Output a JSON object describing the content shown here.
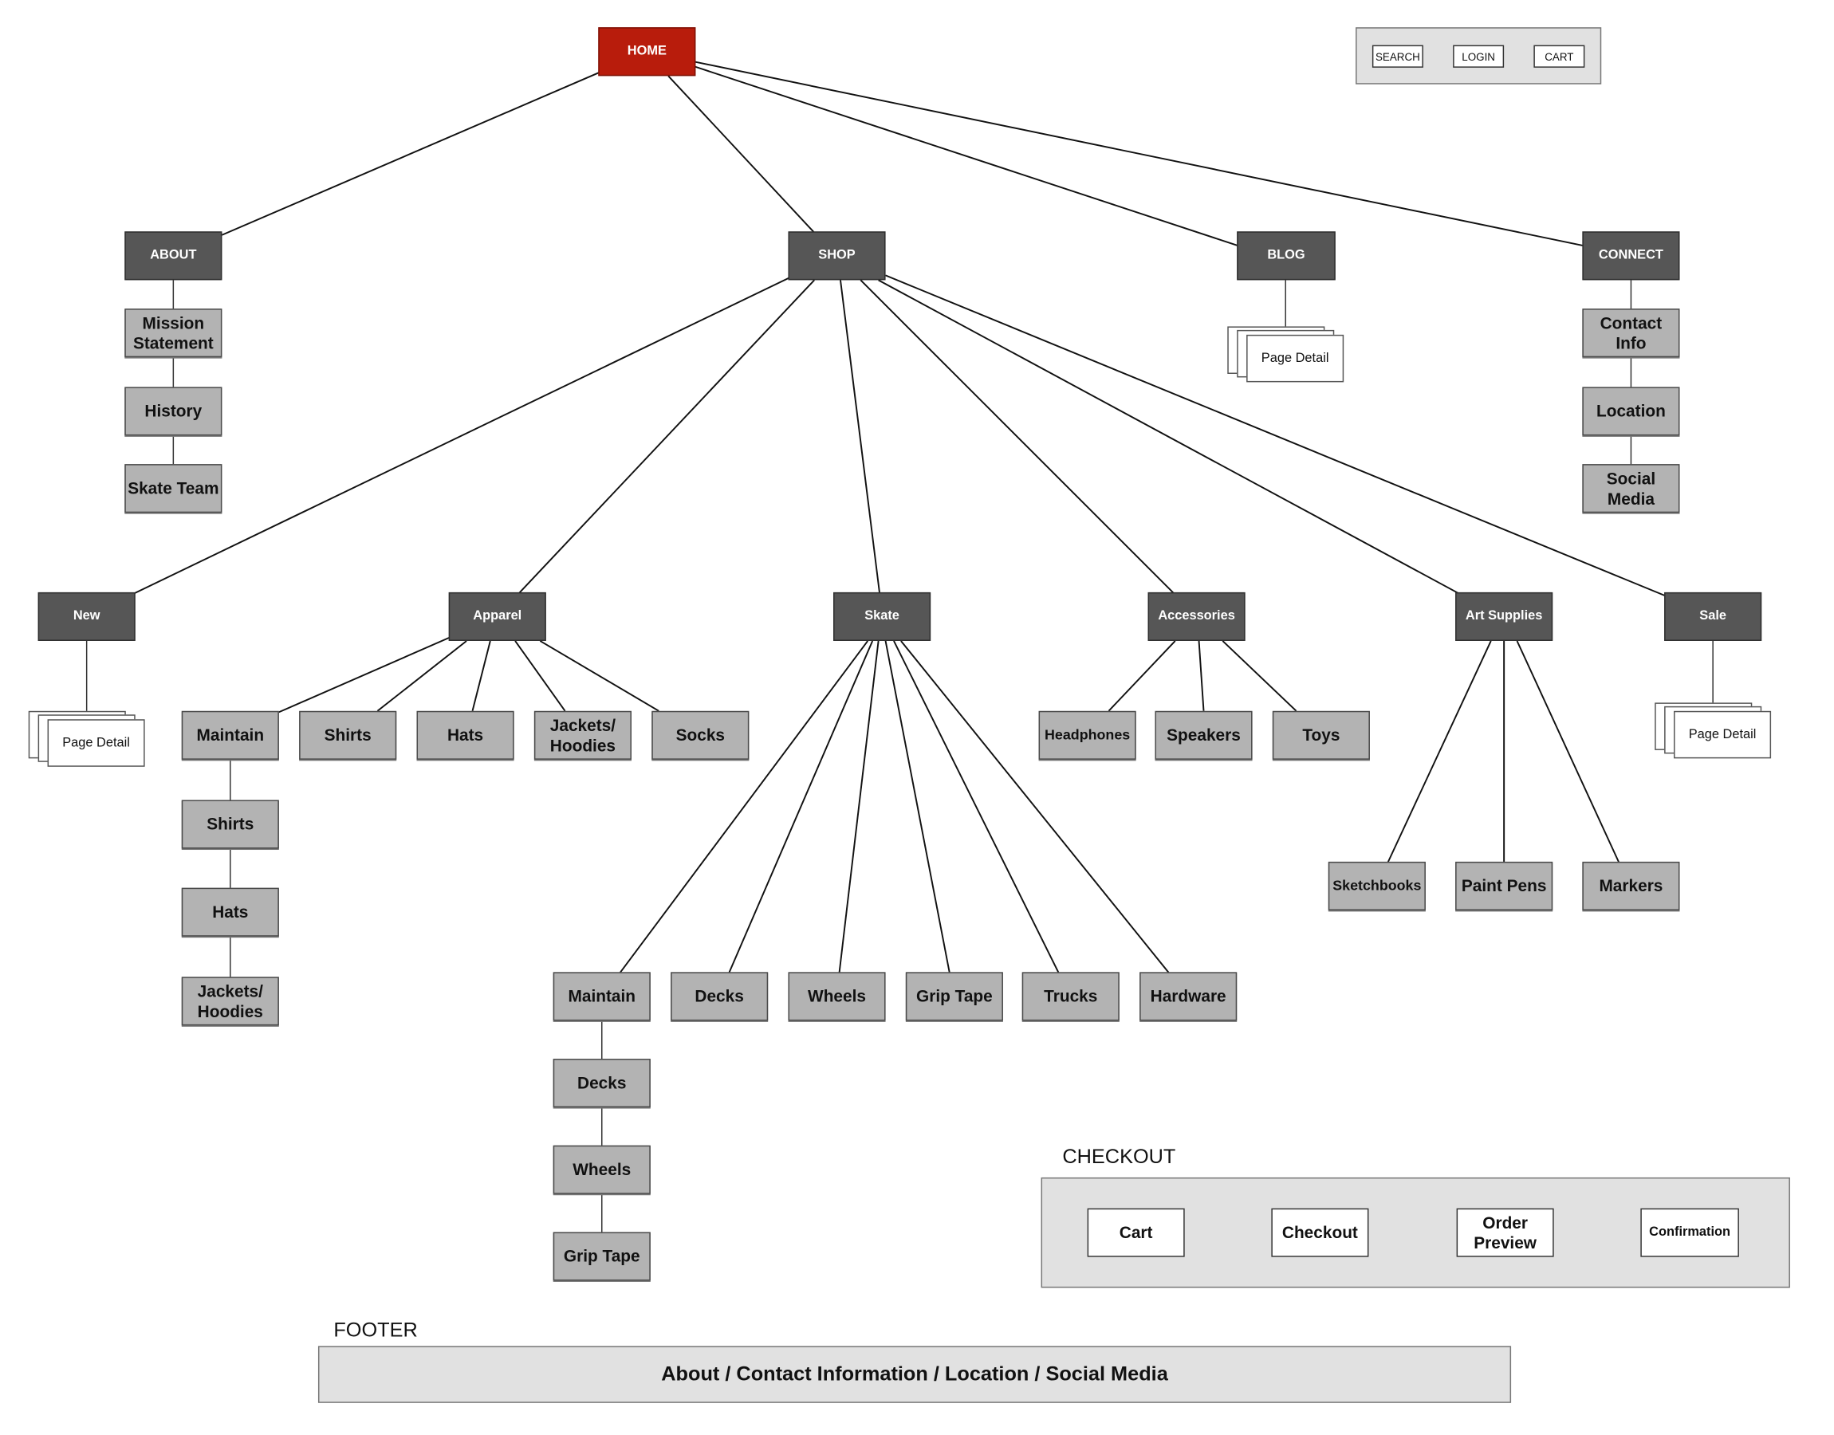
{
  "utility": {
    "search": "SEARCH",
    "login": "LOGIN",
    "cart": "CART"
  },
  "home": "HOME",
  "level1": {
    "about": "ABOUT",
    "shop": "SHOP",
    "blog": "BLOG",
    "connect": "CONNECT"
  },
  "about_items": [
    "Mission Statement",
    "History",
    "Skate Team"
  ],
  "connect_items": [
    "Contact Info",
    "Location",
    "Social Media"
  ],
  "page_detail": "Page Detail",
  "shop_categories": {
    "new": "New",
    "apparel": "Apparel",
    "skate": "Skate",
    "accessories": "Accessories",
    "art_supplies": "Art Supplies",
    "sale": "Sale"
  },
  "apparel_items": [
    "Maintain",
    "Shirts",
    "Hats",
    "Jackets/ Hoodies",
    "Socks"
  ],
  "apparel_maintain_items": [
    "Shirts",
    "Hats",
    "Jackets/ Hoodies"
  ],
  "skate_items": [
    "Maintain",
    "Decks",
    "Wheels",
    "Grip Tape",
    "Trucks",
    "Hardware"
  ],
  "skate_maintain_items": [
    "Decks",
    "Wheels",
    "Grip Tape"
  ],
  "accessories_items": [
    "Headphones",
    "Speakers",
    "Toys"
  ],
  "art_items": [
    "Sketchbooks",
    "Paint Pens",
    "Markers"
  ],
  "checkout": {
    "title": "CHECKOUT",
    "steps": [
      "Cart",
      "Checkout",
      "Order Preview",
      "Confirmation"
    ]
  },
  "footer": {
    "title": "FOOTER",
    "text": "About / Contact Information / Location / Social Media"
  },
  "colors": {
    "home": "#b81c0c",
    "section": "#565656",
    "page": "#b3b3b3",
    "panel": "#e1e1e1"
  }
}
